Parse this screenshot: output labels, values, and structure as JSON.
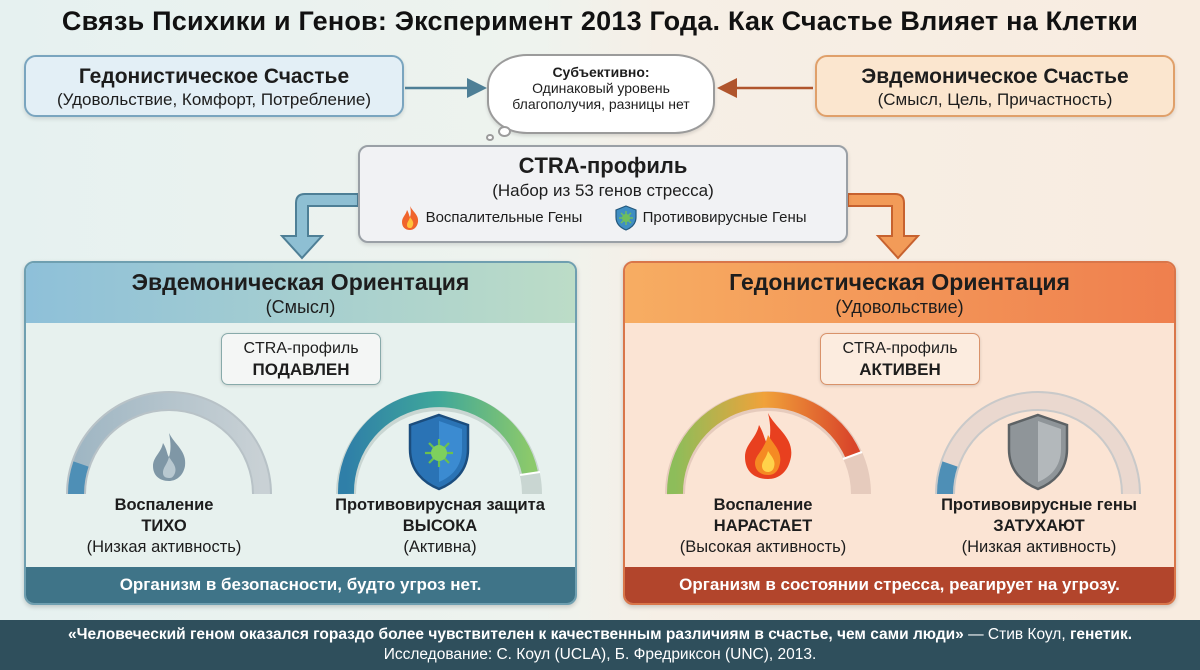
{
  "title": "Связь Психики и Генов: Эксперимент 2013 Года. Как Счастье Влияет на Клетки",
  "hedonic_box": {
    "title": "Гедонистическое Счастье",
    "subtitle": "(Удовольствие, Комфорт, Потребление)"
  },
  "eudaimonic_box": {
    "title": "Эвдемоническое Счастье",
    "subtitle": "(Смысл, Цель, Причастность)"
  },
  "cloud": {
    "title": "Субъективно:",
    "line1": "Одинаковый уровень",
    "line2": "благополучия, разницы нет"
  },
  "ctra": {
    "title": "CTRA-профиль",
    "subtitle": "(Набор из 53 генов стресса)",
    "legend_inflammatory": "Воспалительные Гены",
    "legend_antiviral": "Противовирусные Гены"
  },
  "left_panel": {
    "title": "Эвдемоническая Ориентация",
    "subtitle": "(Смысл)",
    "badge_line1": "CTRA-профиль",
    "badge_line2": "ПОДАВЛЕН",
    "gauge1": {
      "label": "Воспаление",
      "value": "ТИХО",
      "note": "(Низкая активность)",
      "icon": "flame-icon",
      "level": 0.05
    },
    "gauge2": {
      "label": "Противовирусная защита",
      "value": "ВЫСОКА",
      "note": "(Активна)",
      "icon": "virus-shield-icon",
      "level": 0.92
    },
    "footer": "Организм в безопасности, будто угроз нет."
  },
  "right_panel": {
    "title": "Гедонистическая Ориентация",
    "subtitle": "(Удовольствие)",
    "badge_line1": "CTRA-профиль",
    "badge_line2": "АКТИВЕН",
    "gauge1": {
      "label": "Воспаление",
      "value": "НАРАСТАЕТ",
      "note": "(Высокая активность)",
      "icon": "flame-icon",
      "level": 0.92
    },
    "gauge2": {
      "label": "Противовирусные гены",
      "value": "ЗАТУХАЮТ",
      "note": "(Низкая активность)",
      "icon": "shield-icon",
      "level": 0.05
    },
    "footer": "Организм в состоянии стресса, реагирует на угрозу."
  },
  "footer": {
    "quote": "«Человеческий геном оказался гораздо более чувствителен к качественным различиям в счастье, чем сами люди»",
    "author": " — Стив Коул, ",
    "role": "генетик.",
    "source": "Исследование: С. Коул (UCLA), Б. Фредриксон (UNC), 2013."
  },
  "colors": {
    "calm_blue": "#6f9fb0",
    "alert_orange": "#d9764a",
    "footer_bg": "#2f4f5c"
  }
}
